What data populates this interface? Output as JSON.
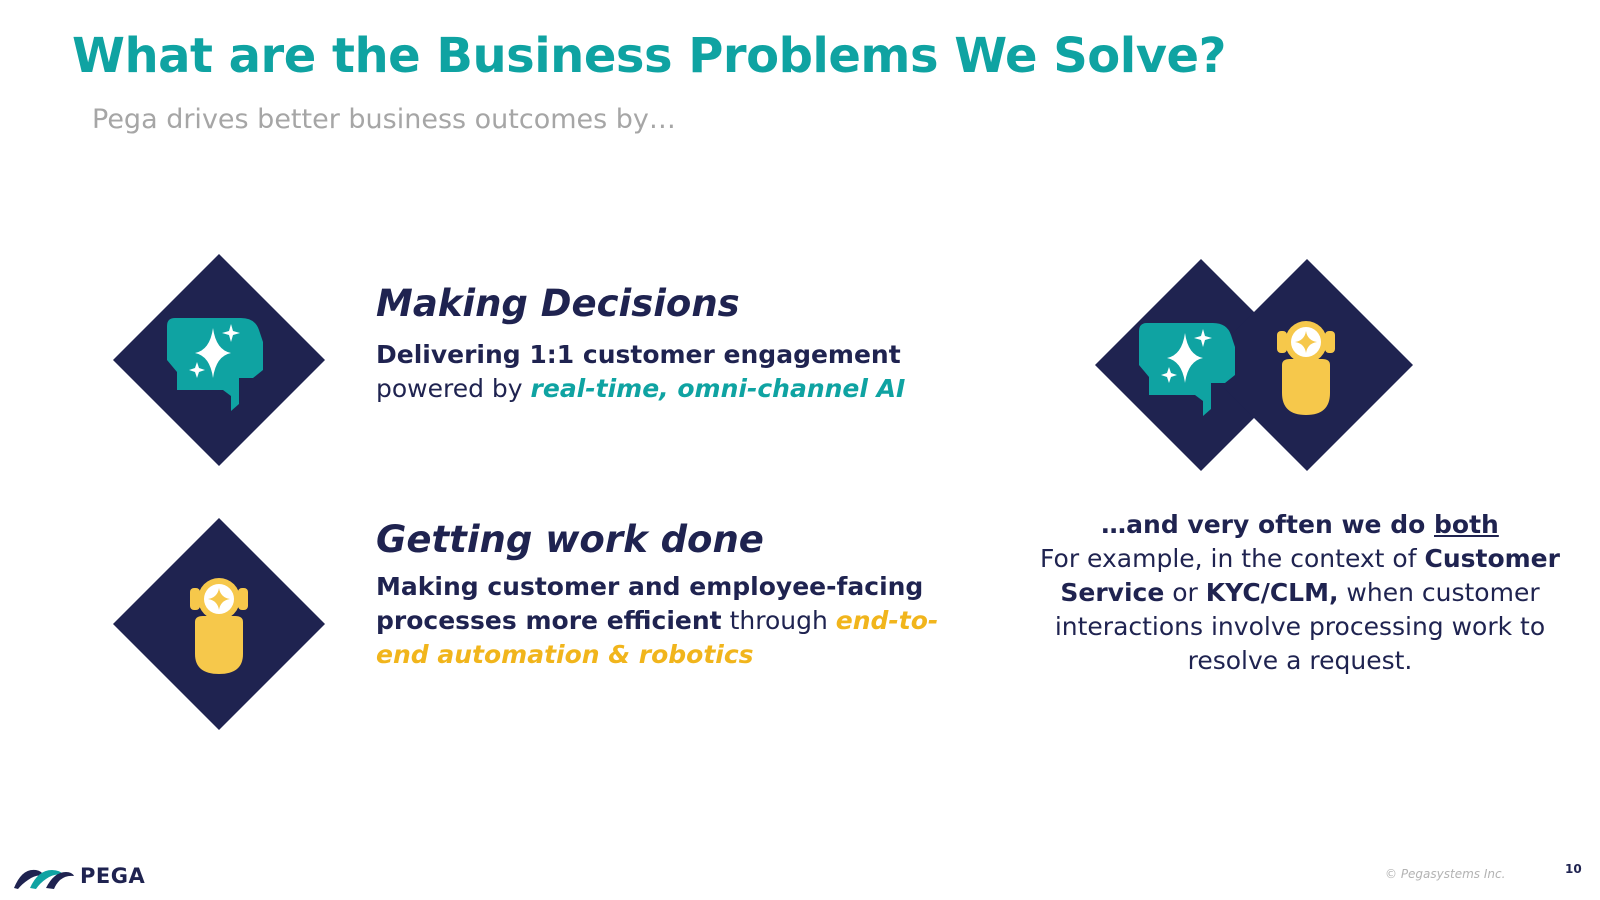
{
  "slide": {
    "title": "What are the Business Problems We Solve?",
    "subtitle": "Pega drives better business outcomes by…"
  },
  "decisions": {
    "heading": "Making Decisions",
    "line1_bold": "Delivering 1:1 customer engagement",
    "line2_prefix": "powered by ",
    "line2_em": "real-time, omni-channel AI"
  },
  "work": {
    "heading": "Getting work done",
    "bold": "Making customer and employee-facing processes more efficient",
    "middle": " through ",
    "em": "end-to-end automation & robotics"
  },
  "both": {
    "lead": "…and very often we do ",
    "lead_underlined": "both",
    "p1": "For example, in the context of ",
    "b1": "Customer Service",
    "p2": " or ",
    "b2": "KYC/CLM,",
    "p3": " when customer interactions involve processing work to resolve a request."
  },
  "footer": {
    "logo_text": "PEGA",
    "copyright": "© Pegasystems Inc.",
    "page_number": "10"
  },
  "colors": {
    "title_teal": "#0fa3a2",
    "navy": "#1f2350",
    "gold": "#f1b51c",
    "subtitle_gray": "#a6a6a6"
  },
  "icons": {
    "decisions": "ai-brain-sparkle-icon",
    "work": "robot-worker-icon",
    "combined": "brain-and-robot-icon",
    "logo": "pega-logo-icon"
  }
}
